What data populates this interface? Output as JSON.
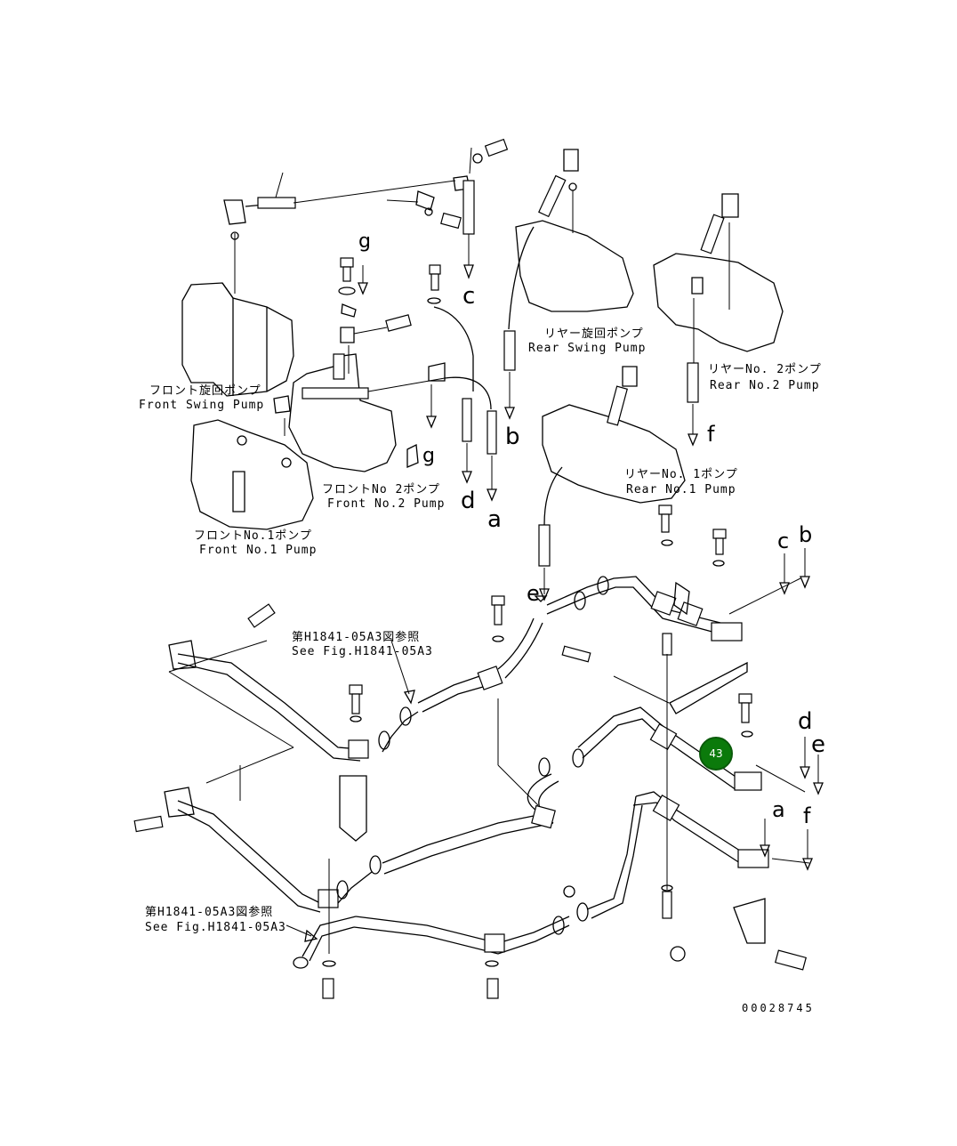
{
  "labels": {
    "front_swing_pump_jp": "フロント旋回ポンプ",
    "front_swing_pump_en": "Front Swing Pump",
    "front_no2_pump_jp": "フロントNo 2ポンプ",
    "front_no2_pump_en": "Front No.2 Pump",
    "front_no1_pump_jp": "フロントNo.1ポンプ",
    "front_no1_pump_en": "Front No.1 Pump",
    "rear_swing_pump_jp": "リヤー旋回ポンプ",
    "rear_swing_pump_en": "Rear Swing Pump",
    "rear_no2_pump_jp": "リヤーNo. 2ポンプ",
    "rear_no2_pump_en": "Rear No.2 Pump",
    "rear_no1_pump_jp": "リヤーNo. 1ポンプ",
    "rear_no1_pump_en": "Rear No.1 Pump"
  },
  "see_fig": {
    "upper_jp": "第H1841-05A3図参照",
    "upper_en": "See Fig.H1841-05A3",
    "lower_jp": "第H1841-05A3図参照",
    "lower_en": "See Fig.H1841-05A3"
  },
  "refs": {
    "g1": "g",
    "c1": "c",
    "b1": "b",
    "f1": "f",
    "g2": "g",
    "d1": "d",
    "a1": "a",
    "e1": "e",
    "c2": "c",
    "b2": "b",
    "d2": "d",
    "e2": "e",
    "a2": "a",
    "f2": "f"
  },
  "callout": {
    "number": "43",
    "color": "#0b7a0b"
  },
  "document_number": "00028745"
}
